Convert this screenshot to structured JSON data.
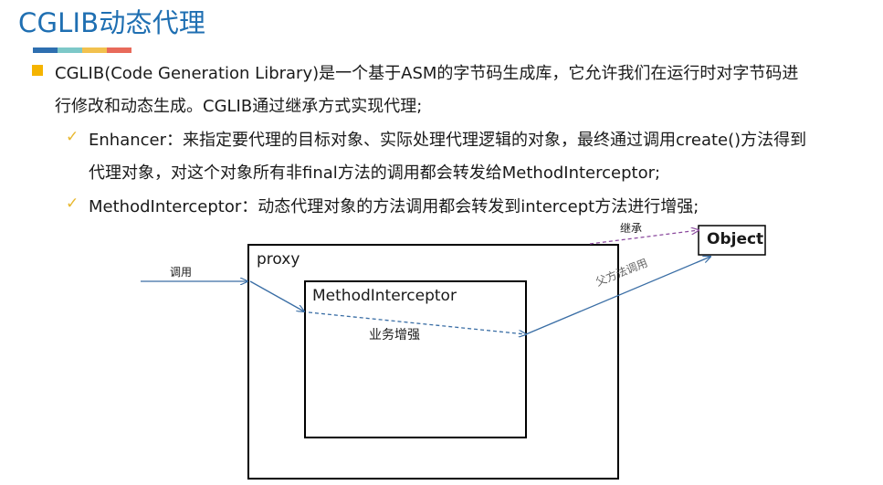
{
  "title": "CGLIB动态代理",
  "accent_colors": [
    "#2e6fb0",
    "#7dc8c8",
    "#f2c14e",
    "#e86a5a"
  ],
  "bullet_color": "#f5b400",
  "check_color": "#e8b830",
  "paragraph": {
    "line1": "CGLIB(Code Generation Library)是一个基于ASM的字节码生成库，它允许我们在运行时对字节码进",
    "line2": "行修改和动态生成。CGLIB通过继承方式实现代理;"
  },
  "sub_items": [
    {
      "icon": "checkmark-icon",
      "line1": "Enhancer：来指定要代理的目标对象、实际处理代理逻辑的对象，最终通过调用create()方法得到",
      "line2": "代理对象，对这个对象所有非final方法的调用都会转发给MethodInterceptor;"
    },
    {
      "icon": "checkmark-icon",
      "line1": "MethodInterceptor：动态代理对象的方法调用都会转发到intercept方法进行增强;"
    }
  ],
  "diagram": {
    "proxy_label": "proxy",
    "interceptor_label": "MethodInterceptor",
    "object_label": "Object",
    "call_label": "调用",
    "enhance_label": "业务增强",
    "inherit_label": "继承",
    "parent_call_label": "父方法调用",
    "arrow_color": "#3a6ea5",
    "inherit_arrow_color": "#8b4a9e"
  }
}
